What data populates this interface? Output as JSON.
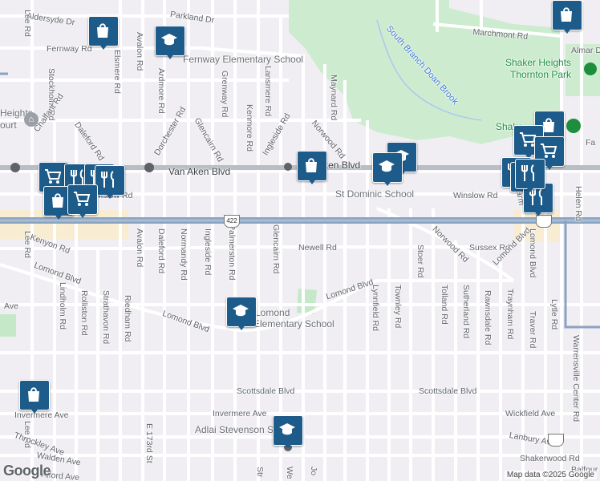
{
  "map": {
    "attribution": "Map data ©2025 Google",
    "logo_text": "Google",
    "highway_shield": "422",
    "colors": {
      "marker": "#1d5c8a",
      "park": "#cdeccf",
      "highway": "#8aa3c1",
      "background": "#f1eef3"
    },
    "street_labels": [
      {
        "id": "aldersyde-dr",
        "text": "Aldersyde Dr"
      },
      {
        "id": "parkland-dr",
        "text": "Parkland Dr"
      },
      {
        "id": "marchmont-rd",
        "text": "Marchmont Rd"
      },
      {
        "id": "almar-dr",
        "text": "Almar Dr"
      },
      {
        "id": "fernway-rd",
        "text": "Fernway Rd"
      },
      {
        "id": "lee-rd-top",
        "text": "Lee Rd"
      },
      {
        "id": "lee-rd-mid",
        "text": "Lee Rd"
      },
      {
        "id": "lee-rd-bot",
        "text": "Lee Rd"
      },
      {
        "id": "stockholm-rd",
        "text": "Stockholm Rd"
      },
      {
        "id": "elsmere-rd",
        "text": "Elsmere Rd"
      },
      {
        "id": "avalon-rd-top",
        "text": "Avalon Rd"
      },
      {
        "id": "avalon-rd-bot",
        "text": "Avalon Rd"
      },
      {
        "id": "ardmore-rd",
        "text": "Ardmore Rd"
      },
      {
        "id": "greenway-rd",
        "text": "Grenway Rd"
      },
      {
        "id": "lansmere-rd",
        "text": "Lansmere Rd"
      },
      {
        "id": "maynard-rd",
        "text": "Maynard Rd"
      },
      {
        "id": "chalfant-rd",
        "text": "Chalfant Rd"
      },
      {
        "id": "daleford-rd-top",
        "text": "Daleford Rd"
      },
      {
        "id": "dorchester-rd",
        "text": "Dorchester Rd"
      },
      {
        "id": "glencairn-rd-top",
        "text": "Glencairn Rd"
      },
      {
        "id": "kenmore-rd",
        "text": "Kenmore Rd"
      },
      {
        "id": "ingleside-rd-top",
        "text": "Ingleside Rd"
      },
      {
        "id": "norwood-rd-top",
        "text": "Norwood Rd"
      },
      {
        "id": "van-aken-blvd-w",
        "text": "Van Aken Blvd"
      },
      {
        "id": "van-aken-blvd-e",
        "text": "Van Aken Blvd"
      },
      {
        "id": "winslow-rd-w",
        "text": "Winslow Rd"
      },
      {
        "id": "winslow-rd-e",
        "text": "Winslow Rd"
      },
      {
        "id": "helen-rd",
        "text": "Helen Rd"
      },
      {
        "id": "kenyon-rd",
        "text": "Kenyon Rd"
      },
      {
        "id": "daleford-rd-bot",
        "text": "Daleford Rd"
      },
      {
        "id": "normandy-rd",
        "text": "Normandy Rd"
      },
      {
        "id": "ingleside-rd-bot",
        "text": "Ingleside Rd"
      },
      {
        "id": "palmerston-rd",
        "text": "Palmerston Rd"
      },
      {
        "id": "glencairn-rd-bot",
        "text": "Glencairn Rd"
      },
      {
        "id": "newell-rd",
        "text": "Newell Rd"
      },
      {
        "id": "norwood-rd-bot",
        "text": "Norwood Rd"
      },
      {
        "id": "sussex-rd",
        "text": "Sussex Rd"
      },
      {
        "id": "stoer-rd",
        "text": "Stoer Rd"
      },
      {
        "id": "lomond-blvd-w",
        "text": "Lomond Blvd"
      },
      {
        "id": "lomond-blvd-c",
        "text": "Lomond Blvd"
      },
      {
        "id": "lomond-blvd-e",
        "text": "Lomond Blvd"
      },
      {
        "id": "lomond-blvd-ne",
        "text": "Lomond Blvd"
      },
      {
        "id": "lindholm-rd",
        "text": "Lindholm Rd"
      },
      {
        "id": "rolliston-rd",
        "text": "Rolliston Rd"
      },
      {
        "id": "strathavon-rd",
        "text": "Strathavon Rd"
      },
      {
        "id": "riedham-rd",
        "text": "Riedham Rd"
      },
      {
        "id": "lynnfield-rd",
        "text": "Lynnfield Rd"
      },
      {
        "id": "townley-rd",
        "text": "Townley Rd"
      },
      {
        "id": "tolland-rd",
        "text": "Tolland Rd"
      },
      {
        "id": "sutherland-rd",
        "text": "Sutherland Rd"
      },
      {
        "id": "rawnsdale-rd",
        "text": "Rawnsdale Rd"
      },
      {
        "id": "traynham-rd",
        "text": "Traynham Rd"
      },
      {
        "id": "traver-rd",
        "text": "Traver Rd"
      },
      {
        "id": "lytle-rd",
        "text": "Lytle Rd"
      },
      {
        "id": "warrensville-center-rd",
        "text": "Warrensville Center Rd"
      },
      {
        "id": "kent-ave",
        "text": "Ave"
      },
      {
        "id": "scottsdale-blvd-w",
        "text": "Scottsdale Blvd"
      },
      {
        "id": "scottsdale-blvd-e",
        "text": "Scottsdale Blvd"
      },
      {
        "id": "invermere-ave-w",
        "text": "Invermere Ave"
      },
      {
        "id": "invermere-ave-c",
        "text": "Invermere Ave"
      },
      {
        "id": "wickfield-ave",
        "text": "Wickfield Ave"
      },
      {
        "id": "throckley-ave",
        "text": "Throckley Ave"
      },
      {
        "id": "lanbury-ave",
        "text": "Lanbury Ave"
      },
      {
        "id": "walden-ave",
        "text": "Walden Ave"
      },
      {
        "id": "shakerwood-rd",
        "text": "Shakerwood Rd"
      },
      {
        "id": "e-173rd-st",
        "text": "E 173rd St"
      },
      {
        "id": "alford-ave",
        "text": "Alford Ave"
      },
      {
        "id": "balfour-rd",
        "text": "Balfour"
      },
      {
        "id": "we-rd",
        "text": "We"
      },
      {
        "id": "jo-rd",
        "text": "Jo"
      },
      {
        "id": "str-rd",
        "text": "Str"
      },
      {
        "id": "fa-rd",
        "text": "Fa"
      },
      {
        "id": "farm-rd",
        "text": "Farm"
      },
      {
        "id": "lomond-vert",
        "text": "Lomond Blvd"
      }
    ],
    "place_labels": [
      {
        "id": "fernway-school",
        "text": "Fernway Elementary School"
      },
      {
        "id": "st-dominic-school",
        "text": "St Dominic School"
      },
      {
        "id": "lomond-school-1",
        "text": "Lomond"
      },
      {
        "id": "lomond-school-2",
        "text": "Elementary School"
      },
      {
        "id": "adlai-school",
        "text": "Adlai Stevenson School"
      },
      {
        "id": "heights-court",
        "text": "Heights"
      },
      {
        "id": "heights-court-2",
        "text": "ourt"
      },
      {
        "id": "shaker-partial",
        "text": "Shake"
      },
      {
        "id": "south-branch-doan-brook",
        "text": "South Branch Doan Brook"
      }
    ],
    "park_labels": [
      {
        "id": "shaker-heights",
        "text": "Shaker Heights"
      },
      {
        "id": "thornton-park",
        "text": "Thornton Park"
      }
    ],
    "markers": [
      {
        "id": "m1",
        "icon": "shopping-bag-icon"
      },
      {
        "id": "m2",
        "icon": "school-icon"
      },
      {
        "id": "m3",
        "icon": "shopping-bag-icon"
      },
      {
        "id": "m4",
        "icon": "shopping-bag-icon"
      },
      {
        "id": "m5",
        "icon": "school-icon"
      },
      {
        "id": "m6",
        "icon": "school-icon"
      },
      {
        "id": "m7",
        "icon": "shopping-cart-icon"
      },
      {
        "id": "m8",
        "icon": "restaurant-icon"
      },
      {
        "id": "m9",
        "icon": "restaurant-icon"
      },
      {
        "id": "m10",
        "icon": "restaurant-icon"
      },
      {
        "id": "m11",
        "icon": "shopping-bag-icon"
      },
      {
        "id": "m12",
        "icon": "shopping-cart-icon"
      },
      {
        "id": "m13",
        "icon": "school-icon"
      },
      {
        "id": "m14",
        "icon": "shopping-bag-icon"
      },
      {
        "id": "m15",
        "icon": "school-icon"
      },
      {
        "id": "m16",
        "icon": "shopping-bag-icon"
      },
      {
        "id": "m17",
        "icon": "shopping-cart-icon"
      },
      {
        "id": "m18",
        "icon": "restaurant-icon"
      },
      {
        "id": "m19",
        "icon": "restaurant-icon"
      },
      {
        "id": "m20",
        "icon": "restaurant-icon"
      },
      {
        "id": "m21",
        "icon": "shopping-cart-icon"
      },
      {
        "id": "m22",
        "icon": "restaurant-icon"
      }
    ]
  }
}
